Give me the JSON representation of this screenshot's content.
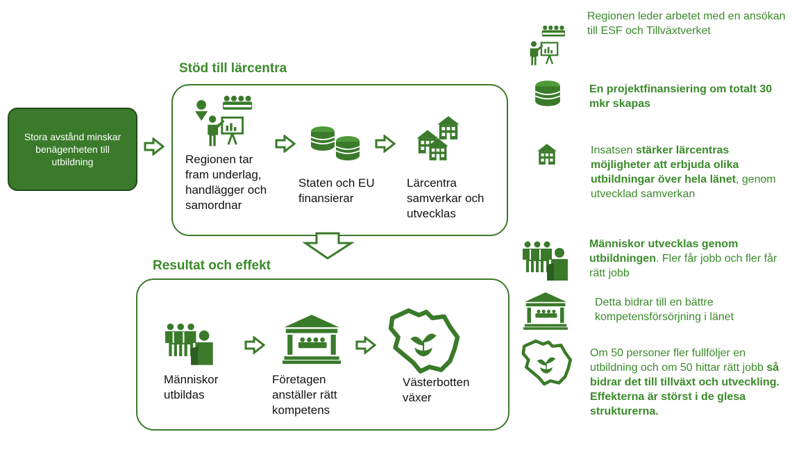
{
  "left_box": {
    "text": "Stora avstånd minskar benägenheten till utbildning"
  },
  "support": {
    "heading": "Stöd till lärcentra",
    "step1": "Regionen tar fram underlag, handlägger och samordnar",
    "step2": "Staten och EU finansierar",
    "step3": "Lärcentra samverkar och utvecklas"
  },
  "result": {
    "heading": "Resultat och effekt",
    "step1": "Människor utbildas",
    "step2": "Företagen anställer rätt kompetens",
    "step3": "Västerbotten växer"
  },
  "side": {
    "item1": "Regionen leder arbetet med en ansökan till ESF och Tillväxtverket",
    "item2_bold": "En projektfinansiering om totalt 30 mkr skapas",
    "item3_a": "Insatsen ",
    "item3_bold": "stärker lärcentras möjligheter att erbjuda olika utbildningar över hela länet",
    "item3_b": ", genom utvecklad samverkan",
    "item4_bold": "Människor utvecklas genom utbildningen",
    "item4_rest": ". Fler får jobb och fler får rätt jobb",
    "item5": "Detta bidrar till en bättre kompetensförsörjning i länet",
    "item6_a": "Om 50 personer fler fullföljer en utbildning och om 50 hittar rätt jobb ",
    "item6_bold": "så bidrar det till tillväxt och utveckling. Effekterna är störst i de glesa strukturerna."
  },
  "colors": {
    "primary": "#3a7a2a",
    "text_green": "#3a8a2a",
    "dark_border": "#1f4d16"
  },
  "icons": [
    "presentation-icon",
    "coins-icon",
    "buildings-icon",
    "people-icon",
    "institution-icon",
    "region-map-icon"
  ]
}
